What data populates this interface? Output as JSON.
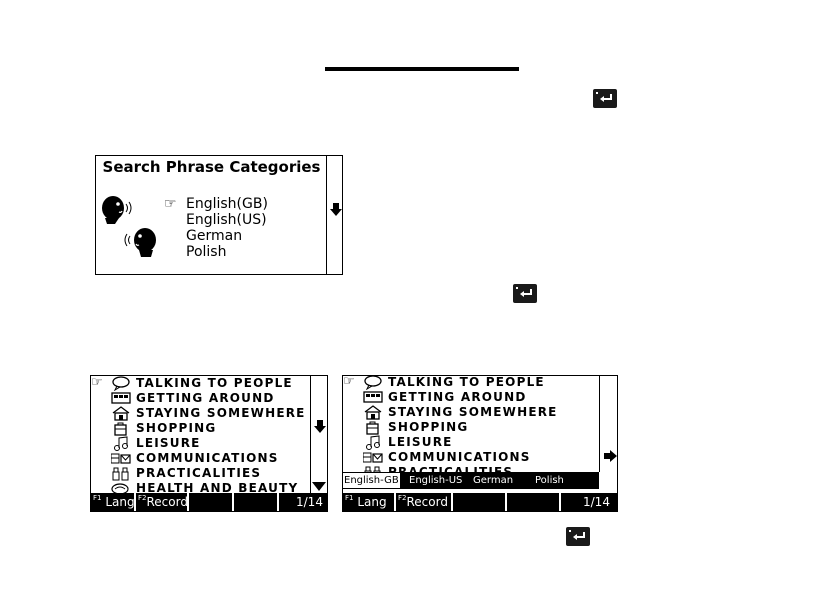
{
  "search_screen": {
    "title": "Search Phrase Categories",
    "languages": [
      "English(GB)",
      "English(US)",
      "German",
      "Polish"
    ],
    "pointer": "☞"
  },
  "categories": [
    "TALKING TO PEOPLE",
    "GETTING AROUND",
    "STAYING SOMEWHERE",
    "SHOPPING",
    "LEISURE",
    "COMMUNICATIONS",
    "PRACTICALITIES",
    "HEALTH AND BEAUTY"
  ],
  "category_icons": [
    "speech-icon",
    "bus-icon",
    "house-icon",
    "shopping-icon",
    "music-note-icon",
    "envelope-icon",
    "tools-icon",
    "health-icon"
  ],
  "softkeys": {
    "f1_key": "F1",
    "f1_label": "Lang",
    "f2_key": "F2",
    "f2_label": "Record",
    "page": "1/14"
  },
  "lang_bar": [
    "English-GB",
    "English-US",
    "German",
    "Polish"
  ]
}
